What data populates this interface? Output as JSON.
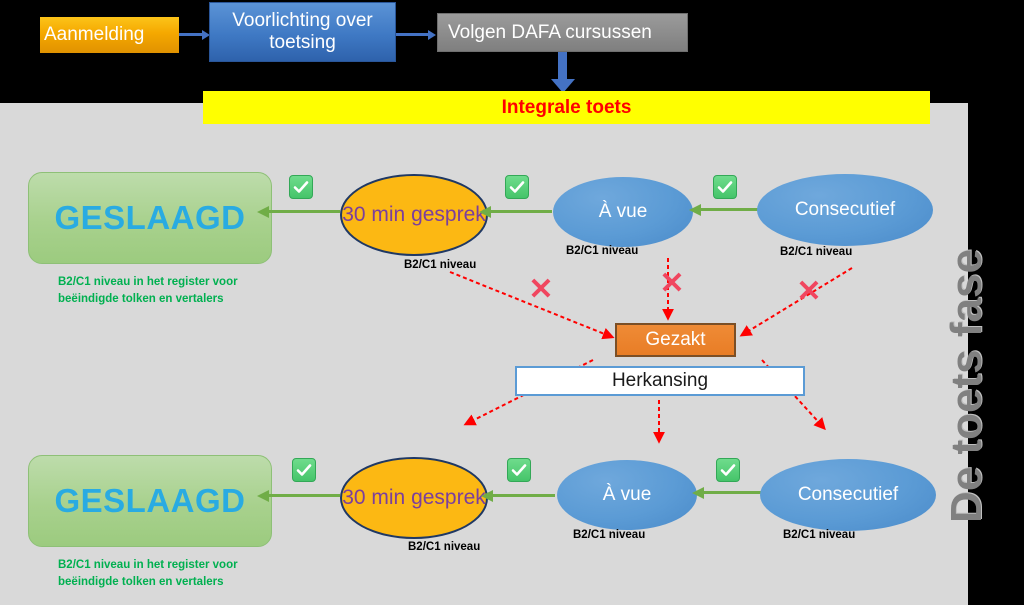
{
  "flow": {
    "aanmelding": "Aanmelding",
    "voorlichting": "Voorlichting over toetsing",
    "dafa": "Volgen DAFA cursussen",
    "banner": "Integrale toets"
  },
  "phase_label": "De toets fase",
  "rows": [
    {
      "geslaagd": "GESLAAGD",
      "geslaagd_caption": "B2/C1 niveau in het register voor beëindigde tolken en vertalers",
      "gesprek": "30 min gesprek",
      "gesprek_niveau": "B2/C1 niveau",
      "avue": "À  vue",
      "avue_niveau": "B2/C1 niveau",
      "consecutief": "Consecutief",
      "consecutief_niveau": "B2/C1 niveau"
    },
    {
      "geslaagd": "GESLAAGD",
      "geslaagd_caption": "B2/C1 niveau in het register voor beëindigde tolken en vertalers",
      "gesprek": "30 min gesprek",
      "gesprek_niveau": "B2/C1 niveau",
      "avue": "À  vue",
      "avue_niveau": "B2/C1 niveau",
      "consecutief": "Consecutief",
      "consecutief_niveau": "B2/C1 niveau"
    }
  ],
  "center": {
    "gezakt": "Gezakt",
    "herkansing": "Herkansing"
  },
  "marks": {
    "fail": "✕",
    "pass_icon": "check-icon"
  },
  "colors": {
    "panel_bg": "#d9d9d9",
    "banner_bg": "#ffff00",
    "banner_text": "#ff0000",
    "pass_green": "#70ad47",
    "fail_red": "#ff0000",
    "x_pink": "#f0465f",
    "geslaagd_text": "#29abe2",
    "caption_green": "#00b050",
    "gezakt_orange": "#e87d26",
    "amber": "#fcb813",
    "blue_ellipse": "#5b9bd5",
    "phase_gray": "#808080"
  }
}
